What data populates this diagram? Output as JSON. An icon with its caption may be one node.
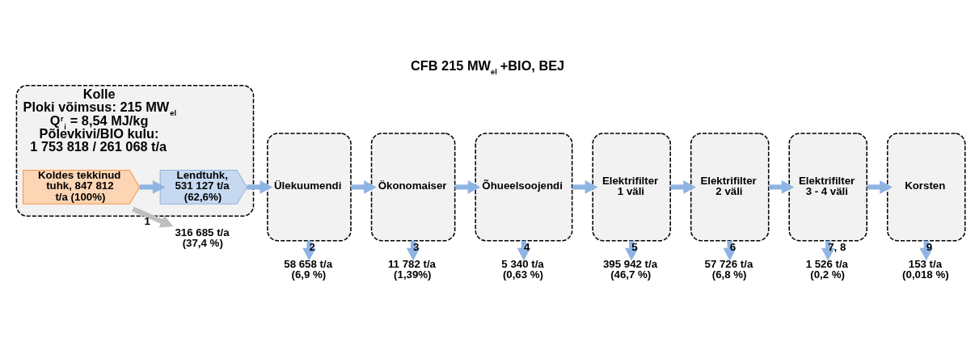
{
  "diagram": {
    "title": "CFB 215 MW$_{el}$ +BIO, BEJ",
    "nodes": [
      {
        "text": [
          "Kolle",
          "Ploki võimsus: 215 MW$_{el}$",
          "Q$^{r}$$_{i}$ = 8,54 MJ/kg",
          "Põlevkivi/BIO kulu:",
          "1 753 818 / 261 068 t/a"
        ]
      },
      {
        "text": [
          "Koldes tekkinud tuhk, 847 812 t/a (100%)"
        ],
        "in": 0
      },
      {
        "text": [
          "Lendtuhk, 531 127 t/a (62,6%)"
        ],
        "in": 0
      },
      {
        "text": [
          "Ülekuumendi"
        ]
      },
      {
        "text": [
          "Ökonomaiser"
        ]
      },
      {
        "text": [
          "Õhueelsoojendi"
        ]
      },
      {
        "text": [
          "Elektrifilter 1 väli"
        ]
      },
      {
        "text": [
          "Elektrifilter 2 väli"
        ]
      },
      {
        "text": [
          "Elektrifilter 3 - 4 väli"
        ]
      },
      {
        "text": [
          "Korsten"
        ]
      },
      {
        "text": [
          "316 685 t/a (37,4 %)"
        ]
      },
      {
        "text": [
          "58 658 t/a (6,9 %)"
        ]
      },
      {
        "text": [
          "11 782 t/a (1,39%)"
        ]
      },
      {
        "text": [
          "5 340 t/a (0,63 %)"
        ]
      },
      {
        "text": [
          "395 942 t/a (46,7 %)"
        ]
      },
      {
        "text": [
          "57 726 t/a (6,8 %)"
        ]
      },
      {
        "text": [
          "1 526 t/a (0,2 %)"
        ]
      },
      {
        "text": [
          "153 t/a (0,018 %)"
        ]
      }
    ],
    "edges": [
      {
        "from": 1,
        "to": 2,
        "arrow": "to"
      },
      {
        "from": 1,
        "to": 10,
        "arrow": "to",
        "label": "1",
        "color": "#bfbfbf"
      },
      {
        "from": 2,
        "to": 3,
        "arrow": "to"
      },
      {
        "from": 3,
        "to": 11,
        "arrow": "to",
        "label": "2"
      },
      {
        "from": 3,
        "to": 4,
        "arrow": "to"
      },
      {
        "from": 4,
        "to": 12,
        "arrow": "to",
        "label": "3"
      },
      {
        "from": 4,
        "to": 5,
        "arrow": "to"
      },
      {
        "from": 5,
        "to": 13,
        "arrow": "to",
        "label": "4"
      },
      {
        "from": 5,
        "to": 6,
        "arrow": "to"
      },
      {
        "from": 6,
        "to": 14,
        "arrow": "to",
        "label": "5"
      },
      {
        "from": 6,
        "to": 7,
        "arrow": "to"
      },
      {
        "from": 7,
        "to": 15,
        "arrow": "to",
        "label": "6"
      },
      {
        "from": 7,
        "to": 8,
        "arrow": "to"
      },
      {
        "from": 8,
        "to": 16,
        "arrow": "to",
        "label": "7, 8"
      },
      {
        "from": 8,
        "to": 9,
        "arrow": "to"
      },
      {
        "from": 9,
        "to": 17,
        "arrow": "to",
        "label": "9"
      }
    ]
  }
}
